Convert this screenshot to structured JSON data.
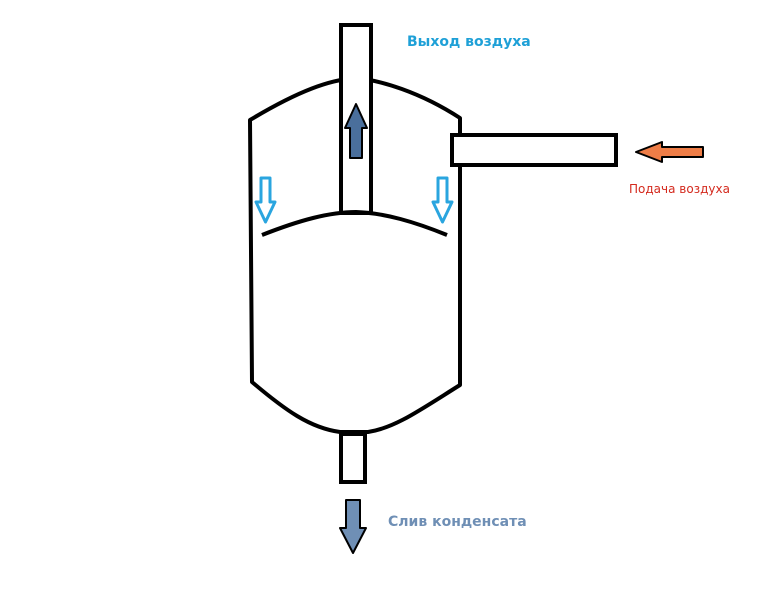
{
  "labels": {
    "air_outlet": "Выход воздуха",
    "air_inlet": "Подача воздуха",
    "condensate_drain": "Слив конденсата"
  },
  "colors": {
    "outline": "#000000",
    "outlet_text": "#1ea0d7",
    "inlet_text": "#d42a1e",
    "inlet_arrow": "#ee7d47",
    "drain_text": "#6f8fb5",
    "drain_arrow": "#6f8fb5",
    "up_arrow": "#4a6f9c",
    "down_arrows": "#2aa5df"
  },
  "icons": {
    "inlet_arrow": "arrow-left-icon",
    "outlet_arrow": "arrow-up-icon",
    "flow_arrows": "arrow-down-icon",
    "drain_arrow": "arrow-down-icon"
  }
}
